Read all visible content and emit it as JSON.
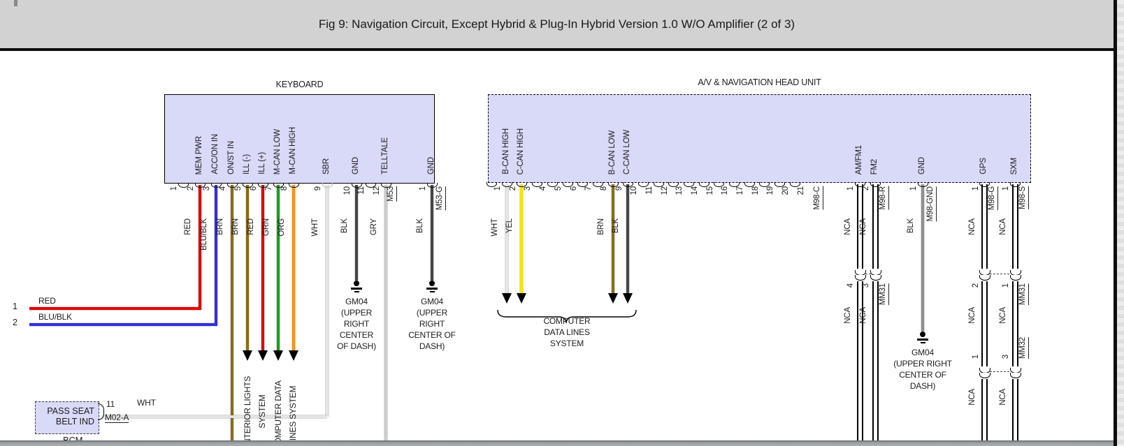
{
  "window": {
    "title": "Fig 9: Navigation Circuit, Except Hybrid & Plug-In Hybrid Version 1.0 W/O Amplifier (2 of 3)",
    "note_bcm": "BCM"
  },
  "colors": {
    "red": "#e40000",
    "blue": "#2f2fdd",
    "brown": "#8a6d15",
    "green": "#12a312",
    "orange": "#ff9015",
    "yellow": "#f0e800",
    "white_wire": "#e4e4e4",
    "gray_wire": "#cdcdcd",
    "black_wire": "#454545",
    "gnd_gray": "#8f8f8f",
    "box_fill": "#d9d9f8"
  },
  "keyboard": {
    "title": "KEYBOARD",
    "connector": "M53",
    "pins": [
      "1",
      "2",
      "3",
      "4",
      "5",
      "6",
      "7",
      "8",
      "9",
      "10",
      "11",
      "12"
    ],
    "pin_labels": [
      "MEM PWR",
      "ACC/ON IN",
      "ON/ST IN",
      "ILL (-)",
      "ILL (+)",
      "M-CAN LOW",
      "M-CAN HIGH",
      "SBR",
      "GND",
      "TELLTALE"
    ],
    "wire_colors": [
      "RED",
      "BLU/BLK",
      "BRN",
      "BRN",
      "RED",
      "GRN",
      "ORG",
      "WHT",
      "BLK",
      "GRY"
    ],
    "gnd": {
      "label": "GND",
      "pin": "1",
      "connector": "M53-G",
      "color": "BLK"
    },
    "left_leads": [
      {
        "num": "1",
        "color": "RED"
      },
      {
        "num": "2",
        "color": "BLU/BLK"
      }
    ],
    "systems": [
      {
        "l1": "INTERIOR LIGHTS",
        "l2": "SYSTEM"
      },
      {
        "l1": "COMPUTER DATA",
        "l2": "LINES SYSTEM"
      }
    ],
    "grounds": [
      {
        "lines": [
          "GM04",
          "(UPPER",
          "RIGHT",
          "CENTER",
          "OF DASH)"
        ]
      },
      {
        "lines": [
          "GM04",
          "(UPPER",
          "RIGHT",
          "CENTER OF",
          "DASH)"
        ]
      }
    ]
  },
  "head_unit": {
    "title": "A/V & NAVIGATION HEAD UNIT",
    "connector": "M98-C",
    "pins": [
      "1",
      "2",
      "3",
      "4",
      "5",
      "6",
      "7",
      "8",
      "9",
      "10",
      "11",
      "12",
      "13",
      "14",
      "15",
      "16",
      "17",
      "18",
      "19",
      "20",
      "21"
    ],
    "pin_labels": [
      "B-CAN HIGH",
      "C-CAN HIGH",
      "B-CAN LOW",
      "C-CAN LOW"
    ],
    "wire_colors": [
      "WHT",
      "YEL",
      "BRN",
      "BLK"
    ],
    "system_lines": [
      "COMPUTER",
      "DATA LINES",
      "SYSTEM"
    ],
    "right": {
      "amfm1": {
        "label": "AM/FM1",
        "pin": "1",
        "wire": "NCA",
        "inline_pin": "4",
        "wire2": "NCA"
      },
      "fm2": {
        "label": "FM2",
        "pin": "2",
        "connector": "M98-R",
        "wire": "NCA",
        "inline_pin": "3",
        "inline_connector": "MM31",
        "wire2": "NCA"
      },
      "gnd": {
        "label": "GND",
        "pin": "1",
        "connector": "M98-GND",
        "wire": "BLK",
        "ground_lines": [
          "GM04",
          "(UPPER RIGHT",
          "CENTER OF",
          "DASH)"
        ]
      },
      "gps": {
        "label": "GPS",
        "pin": "1",
        "connector": "M98-G",
        "wire": "NCA",
        "inline_pin": "2",
        "wire2": "NCA",
        "inline_pin2": "1",
        "wire3": "NCA"
      },
      "sxm": {
        "label": "SXM",
        "pin": "1",
        "connector": "M98-S",
        "wire": "NCA",
        "inline_pin": "1",
        "inline_connector": "MM31",
        "wire2": "NCA",
        "inline_pin2": "3",
        "inline_connector2": "MM32",
        "wire3": "NCA"
      }
    }
  },
  "pass_seat": {
    "line1": "PASS SEAT",
    "line2": "BELT IND",
    "pin": "11",
    "wire": "WHT",
    "connector": "M02-A"
  }
}
